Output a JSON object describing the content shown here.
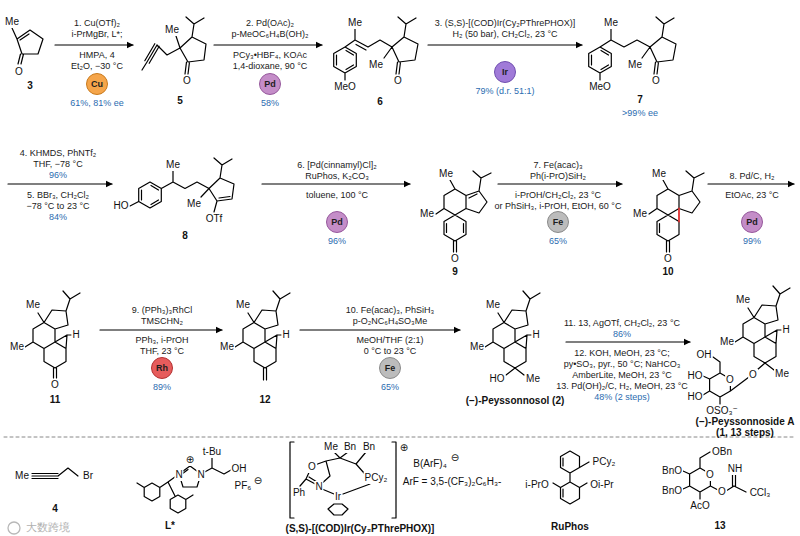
{
  "diagram": {
    "nodes": [
      {
        "text": [
          "Cu"
        ]
      },
      {
        "text": [
          "Pd"
        ]
      },
      {
        "text": [
          "Ir"
        ]
      },
      {
        "text": [
          "Pd"
        ]
      },
      {
        "text": [
          "Fe"
        ]
      },
      {
        "text": [
          "Pd"
        ]
      },
      {
        "text": [
          "Rh"
        ]
      },
      {
        "text": [
          "Fe"
        ]
      }
    ],
    "labels": [
      "Me",
      "O",
      "3",
      "1. Cu(OTf)₂",
      "i-PrMgBr, L*;",
      "HMPA, 4",
      "Et₂O, −30 °C",
      "61%, 81% ee",
      "Me",
      "O",
      "5",
      "2. Pd(OAc)₂",
      "p-MeOC₆H₄B(OH)₂",
      "PCy₃•HBF₄, KOAc",
      "1,4-dioxane, 90 °C",
      "58%",
      "MeO",
      "Me",
      "Me",
      "O",
      "6",
      "3. (S,S)-[(COD)Ir(Cy₂PThrePHOX)]",
      "H₂ (50 bar), CH₂Cl₂, 23 °C",
      "79% (d.r. 51:1)",
      "MeO",
      "Me",
      "Me",
      "O",
      "7",
      ">99% ee",
      "4. KHMDS, PhNTf₂",
      "THF, −78 °C",
      "96%",
      "5. BBr₃, CH₂Cl₂",
      "−78 °C to 23 °C",
      "84%",
      "HO",
      "Me",
      "Me",
      "OTf",
      "8",
      "6. [Pd(cinnamyl)Cl]₂",
      "RuPhos, K₂CO₃",
      "toluene, 100 °C",
      "96%",
      "Me",
      "Me",
      "O",
      "9",
      "7. Fe(acac)₃",
      "Ph(i-PrO)SiH₂",
      "i-PrOH/CH₂Cl₂, 23 °C",
      "or PhSiH₃, i-PrOH, EtOH, 60 °C",
      "65%",
      "Me",
      "Me",
      "O",
      "10",
      "8. Pd/C, H₂",
      "EtOAc, 23 °C",
      "99%",
      "Me",
      "Me",
      "H",
      "O",
      "11",
      "9. (PPh₃)₃RhCl",
      "TMSCHN₂",
      "PPh₃, i-PrOH",
      "THF, 23 °C",
      "89%",
      "Me",
      "Me",
      "H",
      "12",
      "10. Fe(acac)₃, PhSiH₃",
      "p-O₂NC₆H₄SO₃Me",
      "MeOH/THF (2:1)",
      "0 °C to 23 °C",
      "65%",
      "Me",
      "Me",
      "H",
      "HO",
      "Me",
      "(−)-Peyssonnosol (2)",
      "11. 13, AgOTf, CH₂Cl₂, 23 °C",
      "86%",
      "12. KOH, MeOH, 23 °C;",
      "py•SO₃, pyr., 50 °C; NaHCO₃",
      "AmberLite, MeOH, 23 °C",
      "13. Pd(OH)₂/C, H₂, MeOH, 23 °C",
      "48% (2 steps)",
      "Me",
      "Me",
      "H",
      "OH",
      "HO",
      "O",
      "HO",
      "O",
      "Me",
      "OSO₃⁻",
      "(−)-Peyssonnoside A",
      "(1, 13 steps)",
      "Me",
      "Br",
      "4",
      "t-Bu",
      "OH",
      "N",
      "N",
      "⊕",
      "PF₆",
      "⊖",
      "L*",
      "Me",
      "Bn",
      "Bn",
      "O",
      "N",
      "Ph",
      "Ir",
      "PCy₂",
      "⊕",
      "B(ArF)₄",
      "⊖",
      "ArF = 3,5-(CF₃)₂C₆H₃-",
      "(S,S)-[(COD)Ir(Cy₂PThrePHOX)]",
      "PCy₂",
      "i-PrO",
      "Oi-Pr",
      "RuPhos",
      "OBn",
      "BnO",
      "O",
      "BnO",
      "O",
      "NH",
      "CCl₃",
      "AcO",
      "13",
      "大数跨境"
    ]
  }
}
